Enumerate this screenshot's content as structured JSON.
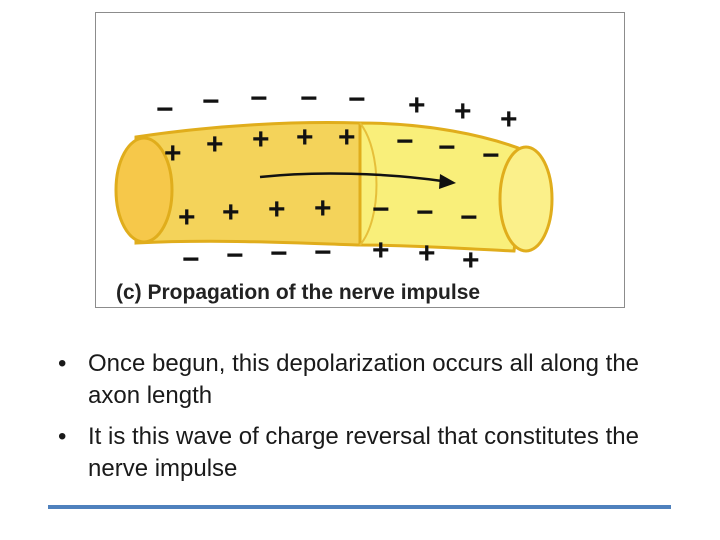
{
  "figure": {
    "caption": "(c) Propagation of the nerve impulse",
    "signs": {
      "plus": "+",
      "minus": "−"
    },
    "colors": {
      "depolarized_zone": "#f4d35a",
      "resting_zone": "#f9ef7a",
      "outline": "#e0ad1c",
      "arrow": "#111111"
    }
  },
  "bullets": [
    "Once begun, this depolarization occurs all along the axon length",
    "It is this wave of charge reversal that constitutes the nerve impulse"
  ],
  "accent_color": "#4f81bd"
}
